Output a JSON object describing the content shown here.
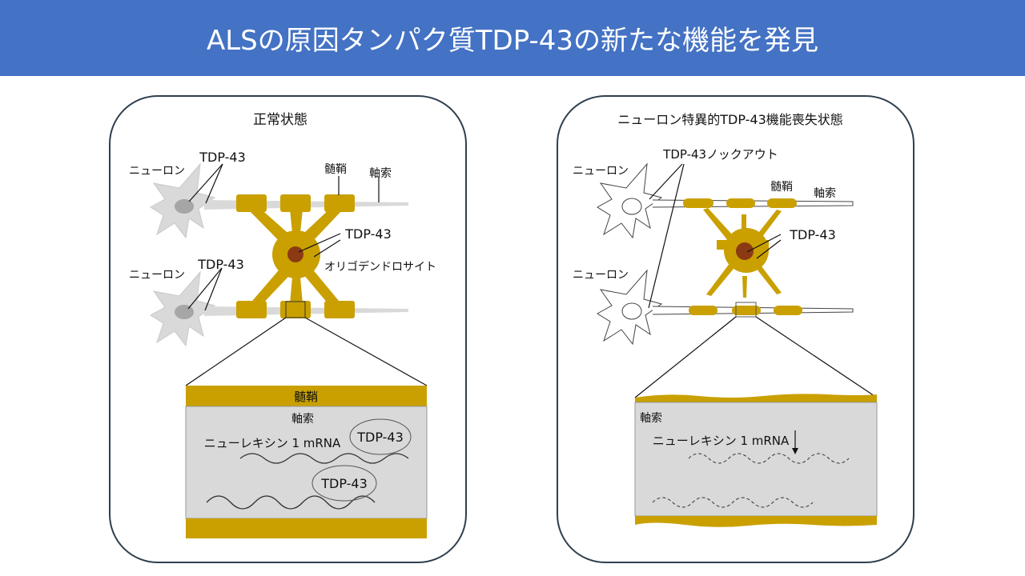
{
  "title": "ALSの原因タンパク質TDP-43の新たな機能を発見",
  "colors": {
    "header": "#4472c4",
    "myelin": "#c9a000",
    "nucleus": "#8b3a14",
    "neuron": "#d9d9d9",
    "axon_inset": "#d9d9d9"
  },
  "left_panel": {
    "title": "正常状態",
    "neuron_label_1": "ニューロン",
    "neuron_label_2": "ニューロン",
    "tdp_label_1": "TDP-43",
    "tdp_label_2": "TDP-43",
    "tdp_label_oligo": "TDP-43",
    "myelin_label": "髄鞘",
    "axon_label": "軸索",
    "oligo_label": "オリゴデンドロサイト",
    "inset": {
      "myelin": "髄鞘",
      "axon": "軸索",
      "mrna": "ニューレキシン 1 mRNA",
      "tdp_1": "TDP-43",
      "tdp_2": "TDP-43"
    }
  },
  "right_panel": {
    "title": "ニューロン特異的TDP-43機能喪失状態",
    "knockout_label": "TDP-43ノックアウト",
    "neuron_label_1": "ニューロン",
    "neuron_label_2": "ニューロン",
    "myelin_label": "髄鞘",
    "axon_label": "軸索",
    "tdp_label_oligo": "TDP-43",
    "inset": {
      "axon": "軸索",
      "mrna": "ニューレキシン 1 mRNA"
    }
  }
}
